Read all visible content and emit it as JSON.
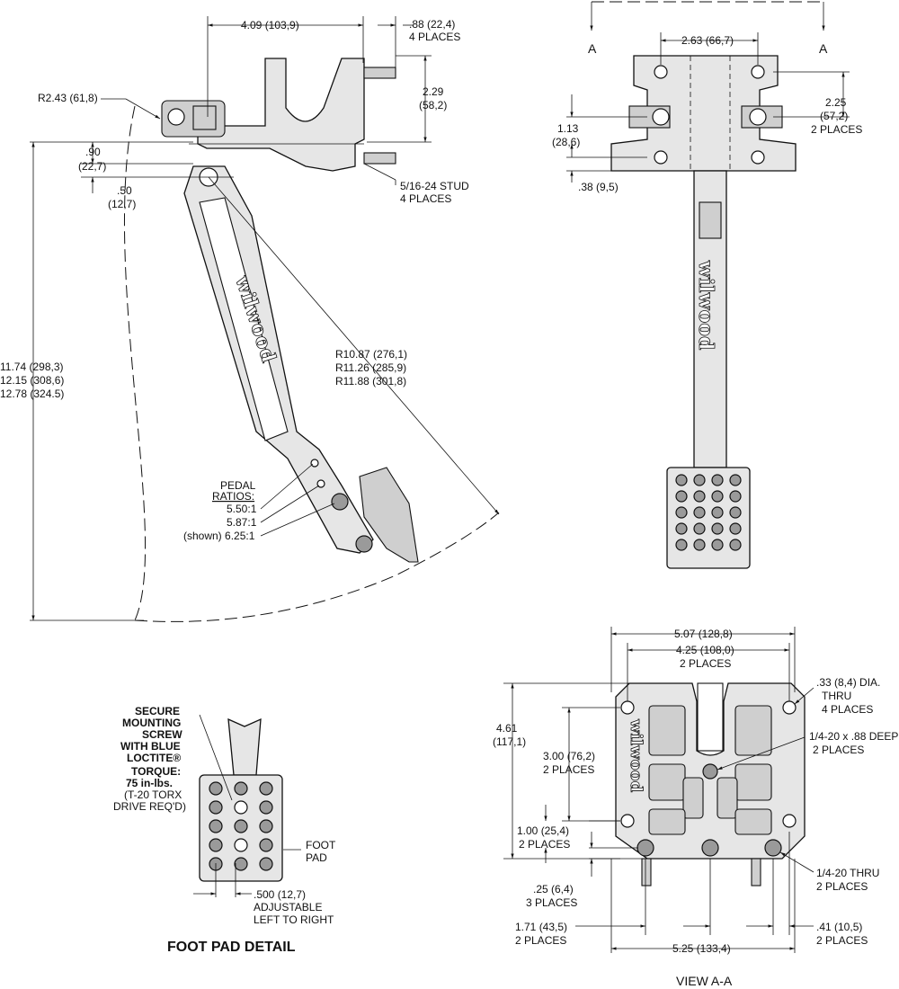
{
  "side_view": {
    "dim_top_width": "4.09 (103,9)",
    "dim_stud_spacing": [
      ".88 (22,4)",
      "4 PLACES"
    ],
    "dim_height": [
      "2.29",
      "(58,2)"
    ],
    "dim_radius_top": "R2.43 (61,8)",
    "dim_090": [
      ".90",
      "(22,7)"
    ],
    "dim_050": [
      ".50",
      "(12,7)"
    ],
    "stud_note": [
      "5/16-24 STUD",
      "4 PLACES"
    ],
    "overall_lengths": [
      "11.74 (298,3)",
      "12.15 (308,6)",
      "12.78 (324.5)"
    ],
    "radii": [
      "R10.87 (276,1)",
      "R11.26 (285,9)",
      "R11.88 (301,8)"
    ],
    "pedal_ratios_title": [
      "PEDAL",
      "RATIOS:"
    ],
    "pedal_ratios": [
      "5.50:1",
      "5.87:1",
      "(shown) 6.25:1"
    ],
    "logo_text": "wilwood"
  },
  "front_view": {
    "section_label_left": "A",
    "section_label_right": "A",
    "dim_width": "2.63 (66,7)",
    "dim_113": [
      "1.13",
      "(28,6)"
    ],
    "dim_038": ".38 (9,5)",
    "dim_225": [
      "2.25",
      "(57,2)",
      "2 PLACES"
    ]
  },
  "foot_pad_detail": {
    "note_secure": [
      "SECURE",
      "MOUNTING",
      "SCREW",
      "WITH BLUE",
      "LOCTITE®"
    ],
    "note_torque": [
      "TORQUE:",
      "75 in-lbs.",
      "(T-20 TORX",
      "DRIVE REQ'D)"
    ],
    "foot_pad_label": [
      "FOOT",
      "PAD"
    ],
    "adjust_note": [
      ".500 (12,7)",
      "ADJUSTABLE",
      "LEFT TO RIGHT"
    ],
    "title": "FOOT PAD DETAIL"
  },
  "view_aa": {
    "dim_507": "5.07 (128,8)",
    "dim_425": [
      "4.25 (108,0)",
      "2 PLACES"
    ],
    "dim_033": [
      ".33 (8,4) DIA.",
      "THRU",
      "4 PLACES"
    ],
    "dim_461": [
      "4.61",
      "(117,1)"
    ],
    "dim_300": [
      "3.00 (76,2)",
      "2 PLACES"
    ],
    "dim_tap": [
      "1/4-20 x .88 DEEP",
      "2 PLACES"
    ],
    "dim_100": [
      "1.00 (25,4)",
      "2 PLACES"
    ],
    "dim_025": [
      ".25 (6,4)",
      "3 PLACES"
    ],
    "dim_thru": [
      "1/4-20 THRU",
      "2 PLACES"
    ],
    "dim_171": [
      "1.71 (43,5)",
      "2 PLACES"
    ],
    "dim_041": [
      ".41 (10,5)",
      "2 PLACES"
    ],
    "dim_525": "5.25 (133,4)",
    "title": "VIEW A-A"
  }
}
